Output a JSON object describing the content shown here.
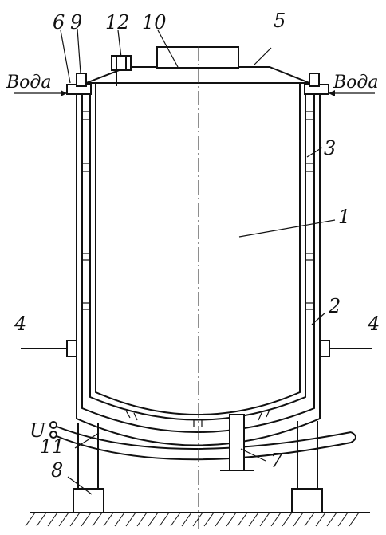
{
  "labels": {
    "n1": "1",
    "n2": "2",
    "n3": "3",
    "n4_left": "4",
    "n4_right": "4",
    "n5": "5",
    "n6": "6",
    "n7": "7",
    "n8": "8",
    "n9": "9",
    "n10": "10",
    "n11": "11",
    "n12": "12",
    "water_left": "Вода",
    "water_right": "Вода",
    "u": "U"
  }
}
